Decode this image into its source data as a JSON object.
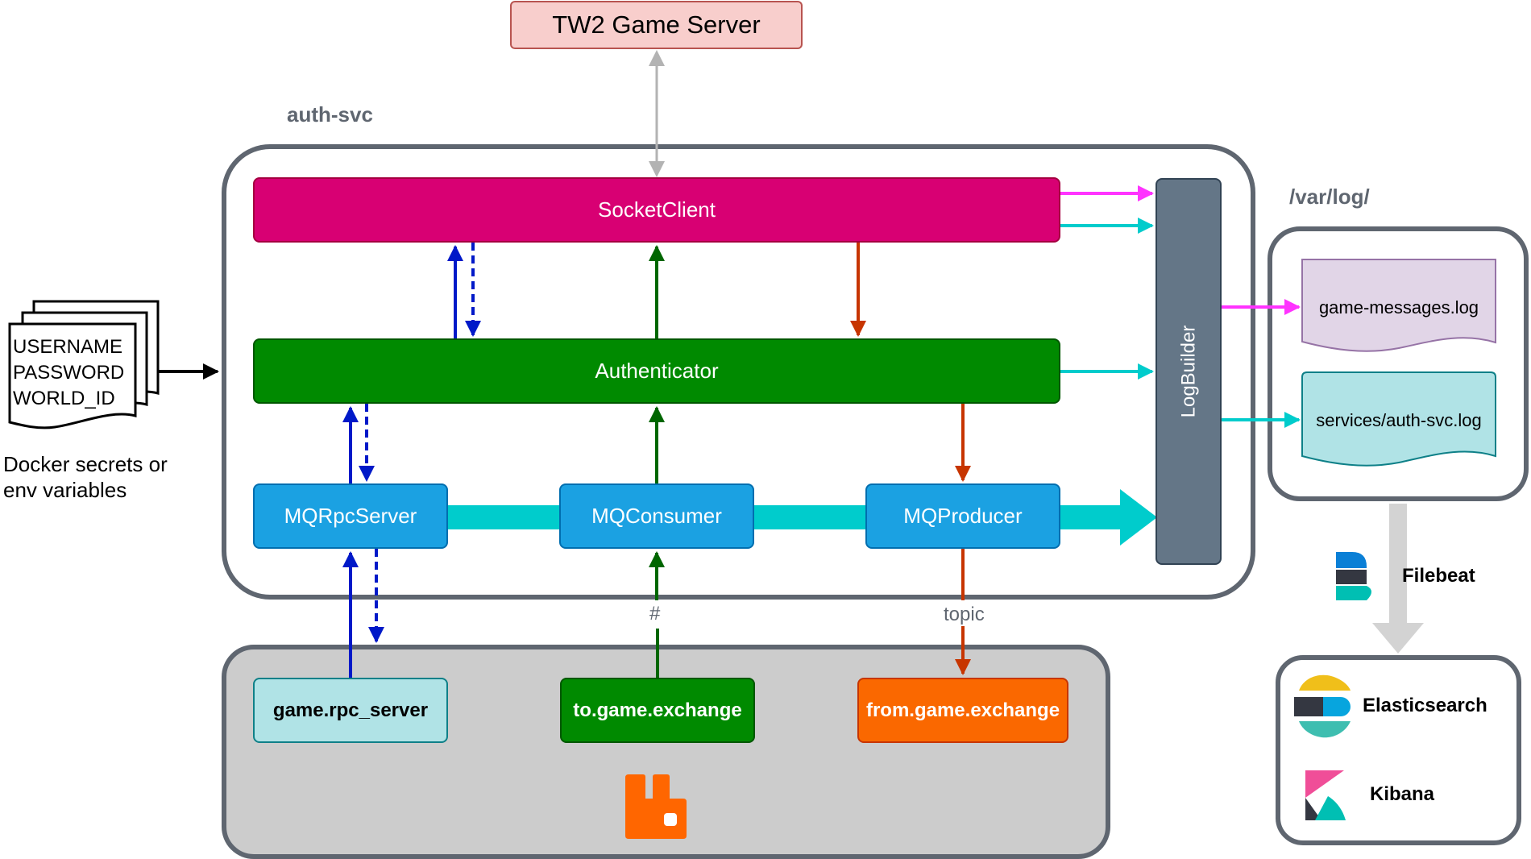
{
  "server": {
    "label": "TW2 Game Server"
  },
  "groups": {
    "auth": "auth-svc",
    "varlog": "/var/log/"
  },
  "components": {
    "socket_client": "SocketClient",
    "authenticator": "Authenticator",
    "mq_rpc_server": "MQRpcServer",
    "mq_consumer": "MQConsumer",
    "mq_producer": "MQProducer",
    "log_builder": "LogBuilder"
  },
  "secrets": {
    "lines": [
      "USERNAME",
      "PASSWORD",
      "WORLD_ID"
    ],
    "caption": "Docker secrets or env variables"
  },
  "logs": {
    "game_messages": "game-messages.log",
    "auth_svc": "services/auth-svc.log"
  },
  "exchanges": {
    "rpc": "game.rpc_server",
    "to": "to.game.exchange",
    "from": "from.game.exchange"
  },
  "edge_labels": {
    "hash": "#",
    "topic": "topic"
  },
  "elastic": {
    "filebeat": "Filebeat",
    "elasticsearch": "Elasticsearch",
    "kibana": "Kibana"
  },
  "icons": [
    "rabbitmq-icon",
    "filebeat-icon",
    "elasticsearch-icon",
    "kibana-icon"
  ],
  "colors": {
    "socket_client": "#d80073",
    "authenticator": "#008a00",
    "mq": "#1ba1e2",
    "log_builder": "#647687",
    "from_exchange": "#fa6800",
    "rpc_exchange": "#b0e3e6",
    "game_log": "#e1d5e7",
    "auth_log": "#b0e3e6",
    "server": "#f8cecc"
  }
}
